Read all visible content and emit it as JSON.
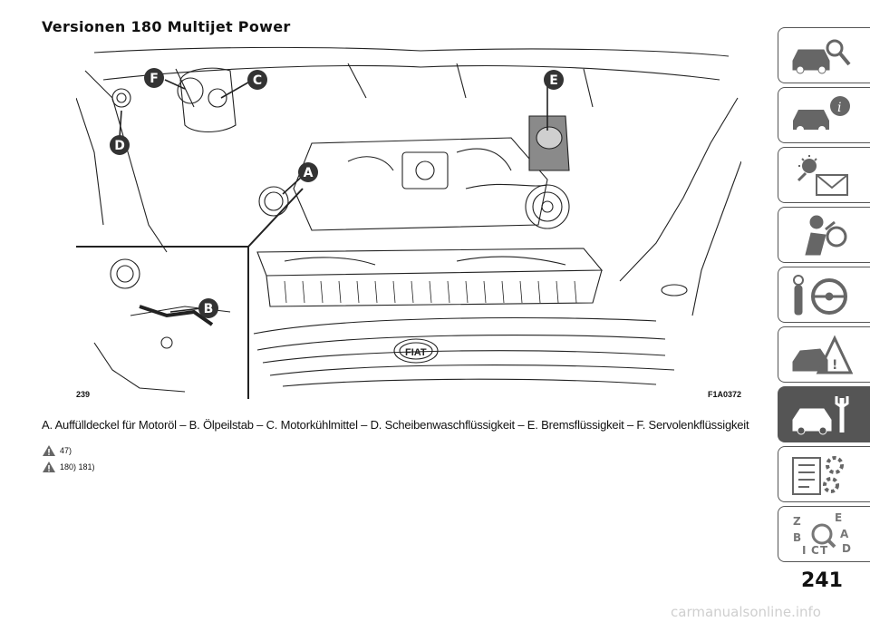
{
  "heading": "Versionen 180 Multijet Power",
  "figure": {
    "number": "239",
    "code": "F1A0372",
    "callouts": [
      "A",
      "B",
      "C",
      "D",
      "E",
      "F"
    ],
    "badge": "FIAT"
  },
  "caption": "A. Auffülldeckel für Motoröl – B. Ölpeilstab – C. Motorkühlmittel – D. Scheibenwaschflüssigkeit – E. Bremsflüssigkeit – F. Servolenkflüssigkeit",
  "notes": [
    {
      "icon": "warning-icon",
      "text": "47)"
    },
    {
      "icon": "warning-icon",
      "text": "180) 181)"
    }
  ],
  "side_tabs": [
    {
      "icon": "car-search-icon",
      "active": false
    },
    {
      "icon": "car-info-icon",
      "active": false
    },
    {
      "icon": "warning-lights-icon",
      "active": false
    },
    {
      "icon": "airbag-person-icon",
      "active": false
    },
    {
      "icon": "steering-key-icon",
      "active": false
    },
    {
      "icon": "car-breakdown-icon",
      "active": false
    },
    {
      "icon": "car-wrench-icon",
      "active": true
    },
    {
      "icon": "data-gear-icon",
      "active": false
    },
    {
      "icon": "alphabet-index-icon",
      "active": false
    }
  ],
  "page_number": "241",
  "watermark": "carmanualsonline.info"
}
